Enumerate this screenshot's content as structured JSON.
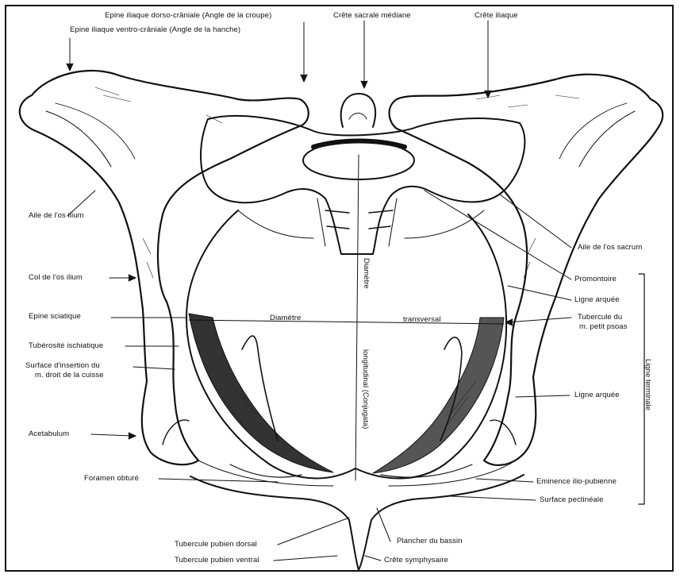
{
  "labels": {
    "epine_dorso_craniale": "Epine iliaque dorso-crâniale (Angle de la croupe)",
    "epine_ventro_craniale": "Epine iliaque ventro-crâniale (Angle de la hanche)",
    "crete_sacrale": "Crête sacrale médiane",
    "crete_iliaque": "Crête iliaque",
    "aile_ilium": "Aile de l'os ilium",
    "col_ilium": "Col de l'os ilium",
    "epine_sciatique": "Epine sciatique",
    "tuberosite_ischiatique": "Tubérosité ischiatique",
    "surface_insertion_1": "Surface d'insertion du",
    "surface_insertion_2": "m. droit de la cuisse",
    "acetabulum": "Acetabulum",
    "foramen_obture": "Foramen obturé",
    "tubercule_pubien_dorsal": "Tubercule pubien dorsal",
    "tubercule_pubien_ventral": "Tubercule pubien ventral",
    "aile_sacrum": "Aile de l'os sacrum",
    "promontoire": "Promontoire",
    "ligne_arquee_1": "Ligne arquée",
    "tubercule_psoas_1": "Tubercule du",
    "tubercule_psoas_2": "m. petit psoas",
    "ligne_arquee_2": "Ligne arquée",
    "eminence": "Eminence ilio-pubienne",
    "surface_pectineale": "Surface pectinéale",
    "plancher": "Plancher du bassin",
    "crete_symphysaire": "Crête symphysaire",
    "ligne_terminale": "Ligne terminale",
    "diametre_label": "Diamètre",
    "transversal_label": "transversal",
    "diametre_vertical": "Diamètre",
    "longitudinal_vertical": "longitudinal (Conjugata)"
  }
}
